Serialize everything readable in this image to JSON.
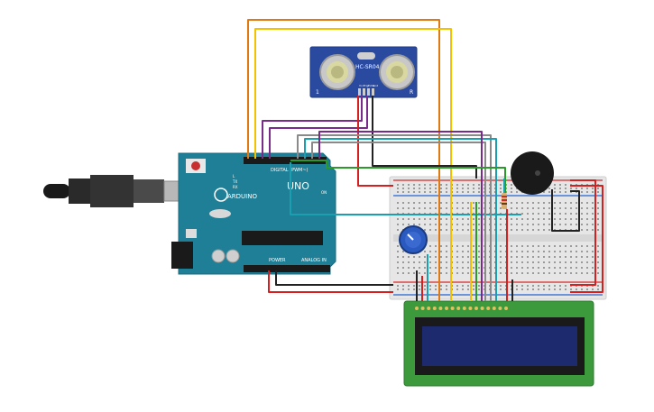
{
  "sensor": {
    "label": "HC-SR04",
    "pin_labels": [
      "Vcc",
      "Trig",
      "Echo",
      "Gnd"
    ],
    "corner_left": "1",
    "corner_right": "R"
  },
  "arduino": {
    "brand": "ARDUINO",
    "model": "UNO",
    "digital_label": "DIGITAL (PWM~)",
    "power_label": "POWER",
    "analog_label": "ANALOG IN",
    "tx_label": "TX",
    "rx_label": "RX",
    "l_label": "L",
    "on_label": "ON"
  },
  "colors": {
    "wire_orange": "#e07a10",
    "wire_yellow": "#f2c200",
    "wire_purple": "#7a2a8a",
    "wire_gray": "#8a8a8a",
    "wire_teal": "#1a9fb0",
    "wire_green": "#2a9a2a",
    "wire_red": "#d62020",
    "wire_black": "#222222",
    "wire_blue": "#1a5fd0",
    "arduino_board": "#1f7f96",
    "lcd_board": "#3c9a3c",
    "lcd_screen": "#1e2a6e",
    "sensor_board": "#2a4aa0",
    "breadboard": "#e6e6e6"
  }
}
